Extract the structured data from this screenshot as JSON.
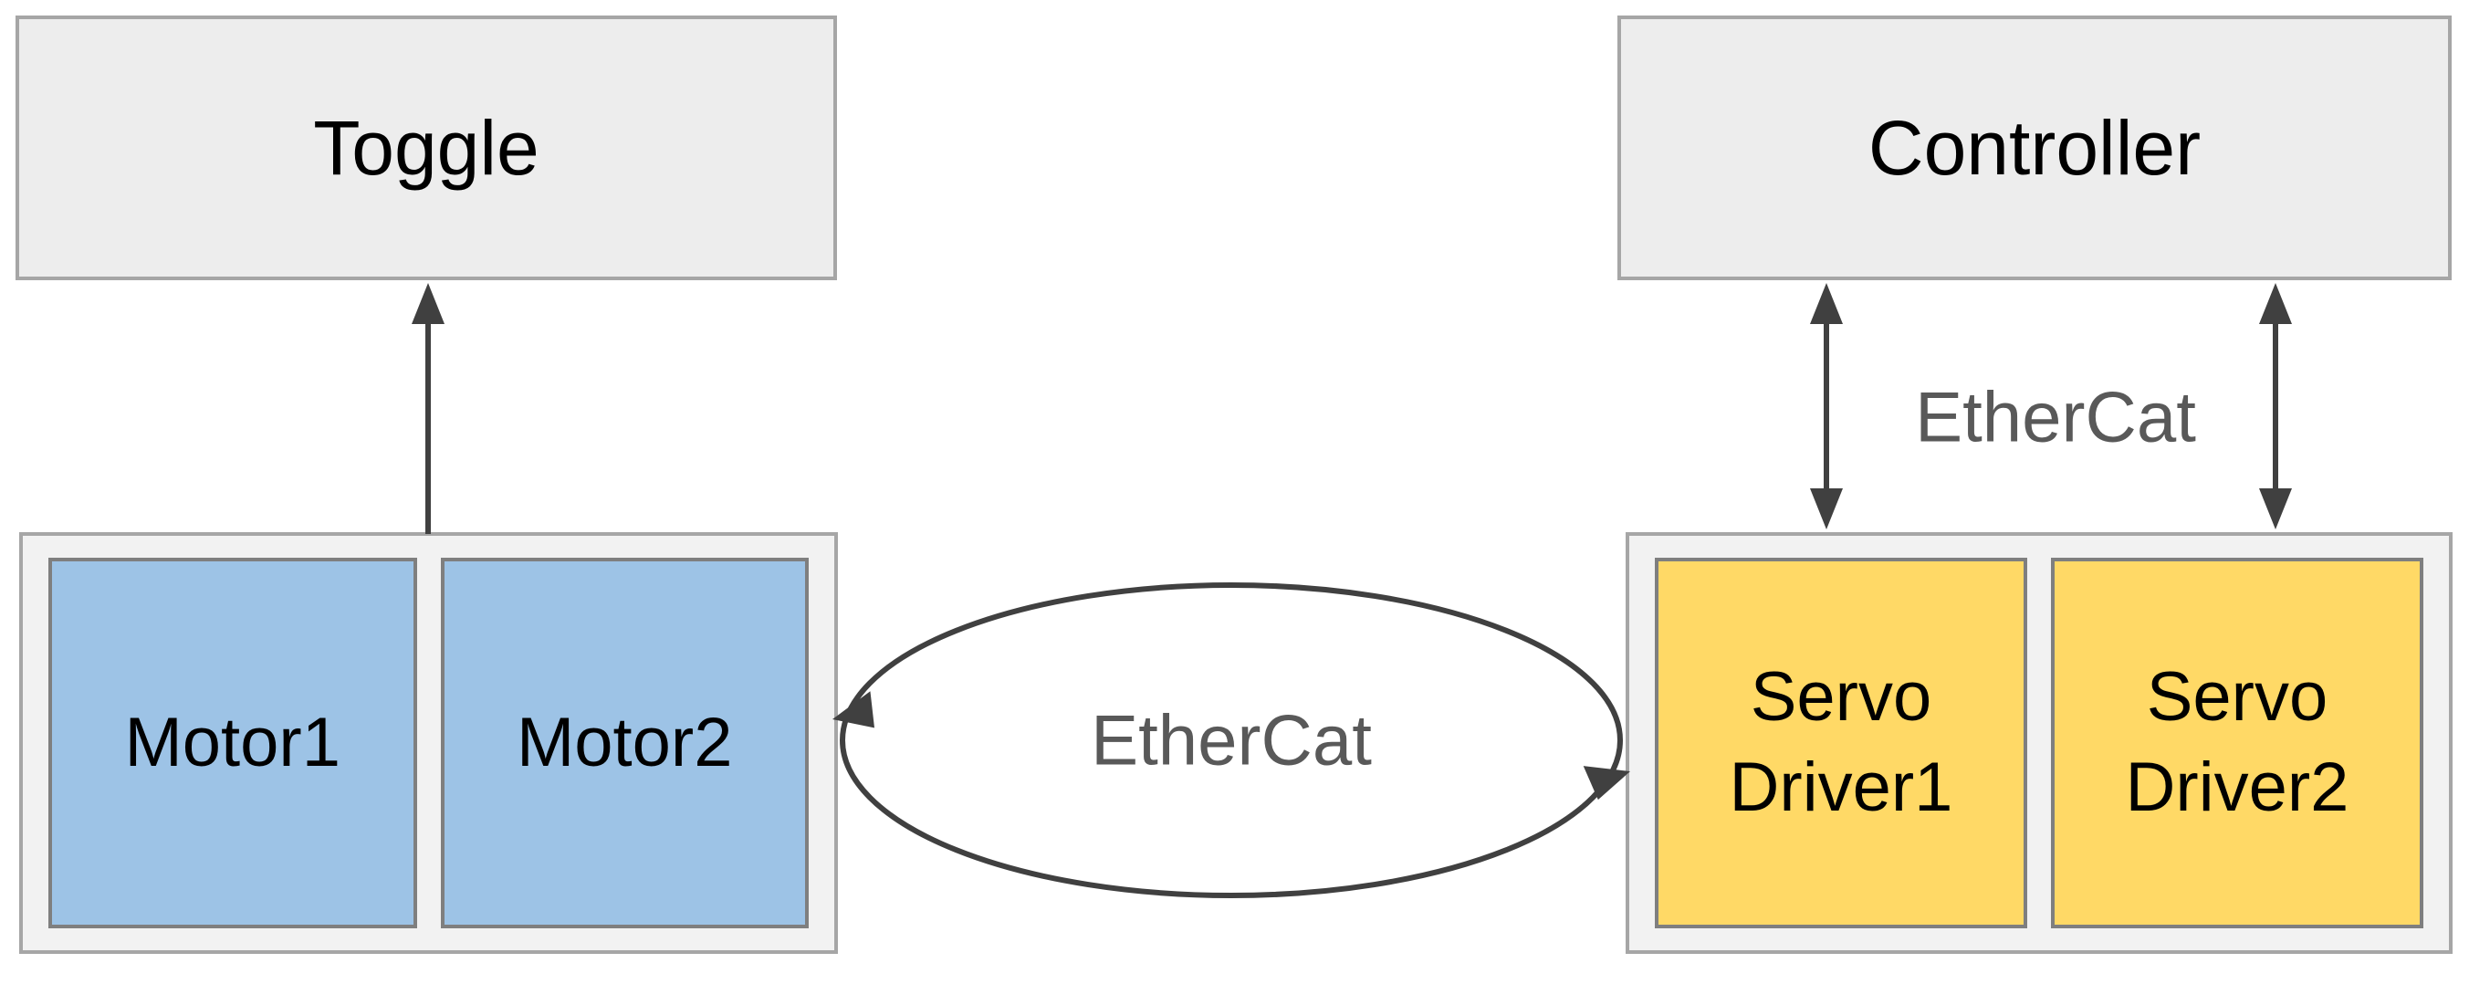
{
  "nodes": {
    "toggle": {
      "label": "Toggle"
    },
    "controller": {
      "label": "Controller"
    },
    "motors": [
      {
        "label": "Motor1"
      },
      {
        "label": "Motor2"
      }
    ],
    "servos": [
      {
        "label": "Servo Driver1"
      },
      {
        "label": "Servo Driver2"
      }
    ]
  },
  "connections": {
    "controller_link_label": "EtherCat",
    "bus_label": "EtherCat"
  },
  "colors": {
    "box-fill": "#ededed",
    "box-border": "#a6a6a6",
    "group-fill": "#f2f2f2",
    "group-border": "#a6a6a6",
    "motor-fill": "#9dc3e6",
    "motor-border": "#7f7f7f",
    "servo-fill": "#ffd966",
    "servo-border": "#7f7f7f",
    "arrow": "#404040",
    "label-text": "#000000",
    "ethercat-text": "#595959",
    "background": "#ffffff"
  }
}
